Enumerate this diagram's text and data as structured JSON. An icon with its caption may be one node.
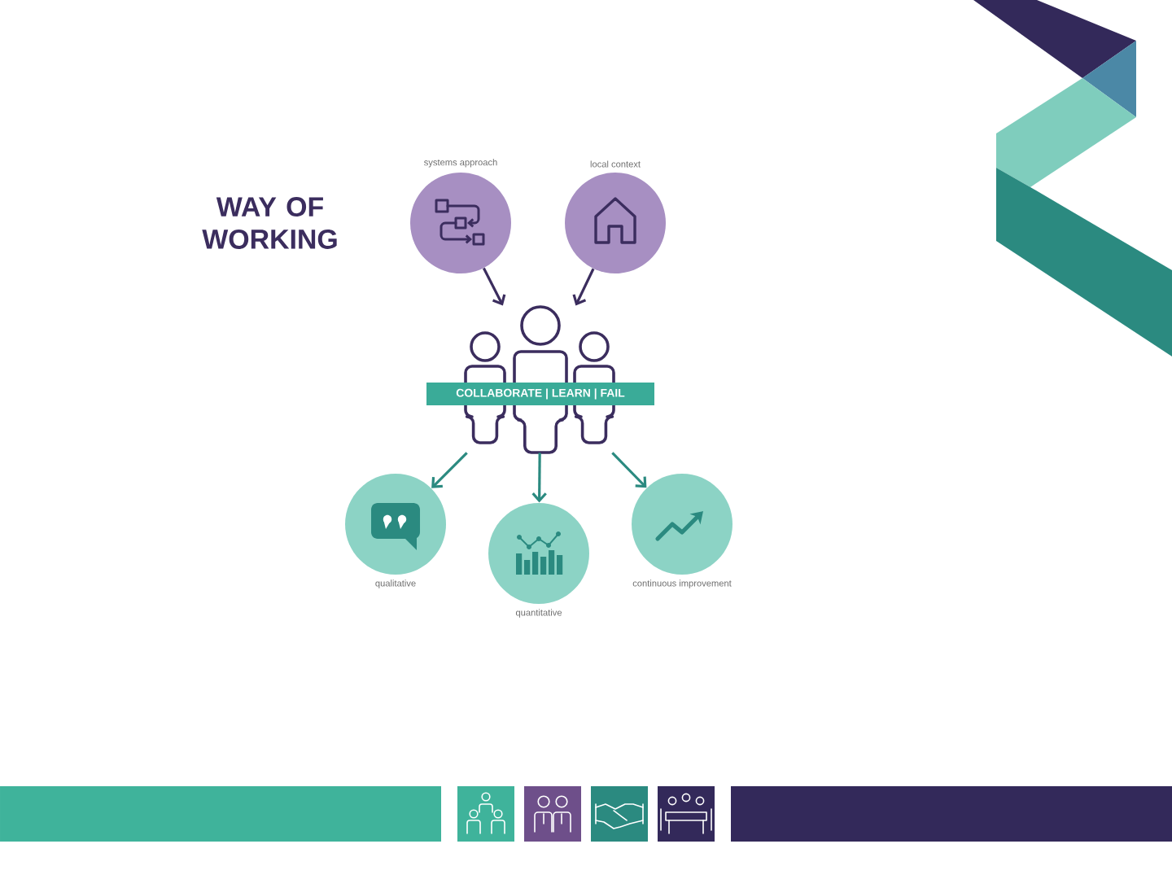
{
  "diagram": {
    "title": "WAY OF WORKING",
    "nodes": [
      {
        "text": [
          "systems approach"
        ]
      },
      {
        "text": [
          "local context"
        ]
      },
      {
        "text": [],
        "shape": "person"
      },
      {
        "text": [
          "COLLABORATE | LEARN | FAIL"
        ]
      },
      {
        "text": [
          "qualitative"
        ]
      },
      {
        "text": [
          "quantitative"
        ]
      },
      {
        "text": [
          "continuous improvement"
        ]
      }
    ],
    "edges": [
      {
        "from": 0,
        "to": 2,
        "arrow": "to",
        "color": "#3b2d5e"
      },
      {
        "from": 1,
        "to": 2,
        "arrow": "to",
        "color": "#3b2d5e"
      },
      {
        "from": 2,
        "to": 4,
        "arrow": "to"
      },
      {
        "from": 2,
        "to": 5,
        "arrow": "to"
      },
      {
        "from": 2,
        "to": 6,
        "arrow": "to"
      }
    ]
  }
}
